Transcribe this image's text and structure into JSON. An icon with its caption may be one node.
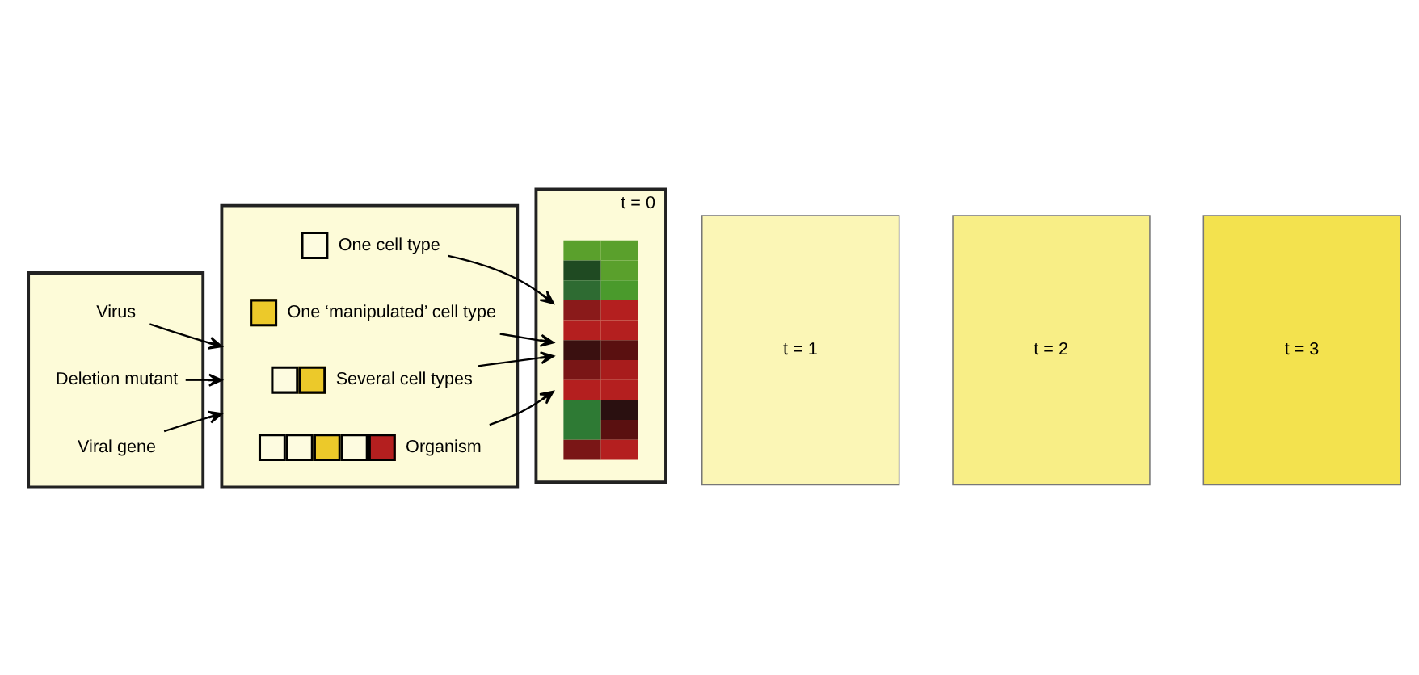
{
  "diagram": {
    "nodes": [
      {
        "text": [],
        "shape": "box"
      },
      {
        "text": [
          "Virus"
        ],
        "in": 0
      },
      {
        "text": [
          "Deletion mutant"
        ],
        "in": 0
      },
      {
        "text": [
          "Viral gene"
        ],
        "in": 0
      },
      {
        "text": [],
        "shape": "box"
      },
      {
        "text": [
          "One cell type"
        ],
        "in": 4
      },
      {
        "text": [
          "One ‘manipulated’ cell type"
        ],
        "in": 4
      },
      {
        "text": [
          "Several cell types"
        ],
        "in": 4
      },
      {
        "text": [
          "Organism"
        ],
        "in": 4
      },
      {
        "text": [
          "t = 0"
        ]
      },
      {
        "text": [],
        "shape": "picture",
        "in": 9
      },
      {
        "text": [
          "t = 1"
        ]
      },
      {
        "text": [
          "t = 2"
        ]
      },
      {
        "text": [
          "t = 3"
        ]
      }
    ],
    "edges": [
      {
        "from": 1,
        "to": 4,
        "arrow": "to"
      },
      {
        "from": 2,
        "to": 4,
        "arrow": "to"
      },
      {
        "from": 3,
        "to": 4,
        "arrow": "to"
      },
      {
        "from": 5,
        "to": 10,
        "arrow": "to"
      },
      {
        "from": 6,
        "to": 10,
        "arrow": "to"
      },
      {
        "from": 7,
        "to": 10,
        "arrow": "to"
      },
      {
        "from": 8,
        "to": 10,
        "arrow": "to"
      }
    ]
  }
}
